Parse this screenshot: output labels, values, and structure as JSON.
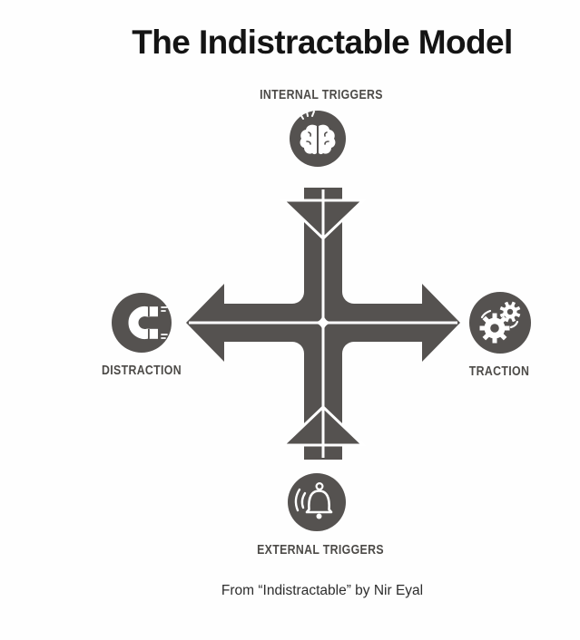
{
  "title": "The Indistractable Model",
  "caption": "From “Indistractable” by Nir Eyal",
  "diagram": {
    "top": {
      "label": "INTERNAL TRIGGERS",
      "icon": "brain-icon"
    },
    "bottom": {
      "label": "EXTERNAL TRIGGERS",
      "icon": "bell-icon"
    },
    "left": {
      "label": "DISTRACTION",
      "icon": "magnet-icon"
    },
    "right": {
      "label": "TRACTION",
      "icon": "gears-icon"
    }
  },
  "colors": {
    "arrow": "#555250",
    "circle": "#555250",
    "glyph": "#ffffff",
    "label": "#4c4a47",
    "title": "#141414",
    "caption": "#2d2d2d",
    "bg": "#fefefe"
  }
}
